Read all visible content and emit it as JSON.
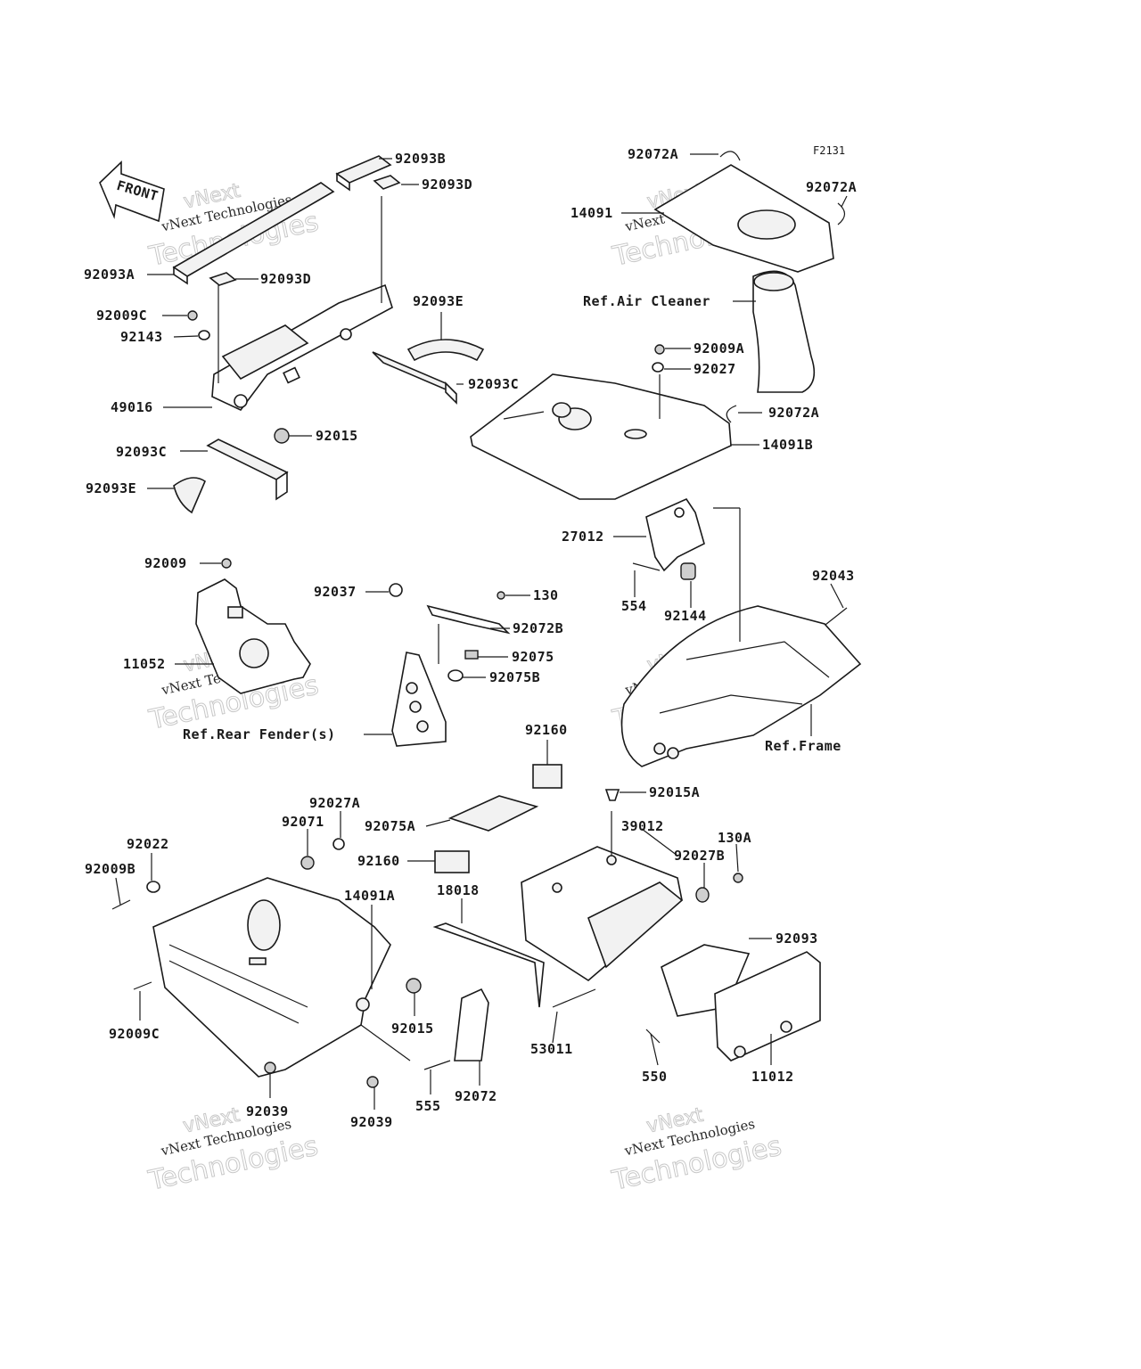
{
  "figure_id": "F2131",
  "front_label": "FRONT",
  "watermark": {
    "line1": "vNext",
    "line2": "vNext Technologies",
    "line3": "Technologies"
  },
  "callouts": {
    "c92093B": "92093B",
    "c92093D_top": "92093D",
    "c92093A": "92093A",
    "c92093D_mid": "92093D",
    "c92009C_top": "92009C",
    "c92143": "92143",
    "c92093E_top": "92093E",
    "c92093C_right": "92093C",
    "c49016": "49016",
    "c92015_top": "92015",
    "c92093C_left": "92093C",
    "c92093E_left": "92093E",
    "c92072A_tl": "92072A",
    "c14091": "14091",
    "c92072A_r": "92072A",
    "ref_air_cleaner": "Ref.Air Cleaner",
    "c92009A": "92009A",
    "c92027": "92027",
    "c92072A_low": "92072A",
    "c14091B": "14091B",
    "c27012": "27012",
    "c554": "554",
    "c92144": "92144",
    "c92043": "92043",
    "ref_frame": "Ref.Frame",
    "c92009": "92009",
    "c11052": "11052",
    "ref_rear_fender": "Ref.Rear Fender(s)",
    "c92037": "92037",
    "c130": "130",
    "c92072B": "92072B",
    "c92075": "92075",
    "c92075B": "92075B",
    "c92160_top": "92160",
    "c92015A": "92015A",
    "c92075A": "92075A",
    "c39012": "39012",
    "c130A": "130A",
    "c92160_mid": "92160",
    "c92027B": "92027B",
    "c18018": "18018",
    "c92093": "92093",
    "c92027A": "92027A",
    "c92071": "92071",
    "c92022": "92022",
    "c92009B": "92009B",
    "c14091A": "14091A",
    "c92009C_bot": "92009C",
    "c92015_bot": "92015",
    "c53011": "53011",
    "c550": "550",
    "c11012": "11012",
    "c92039_a": "92039",
    "c92039_b": "92039",
    "c555": "555",
    "c92072": "92072"
  }
}
